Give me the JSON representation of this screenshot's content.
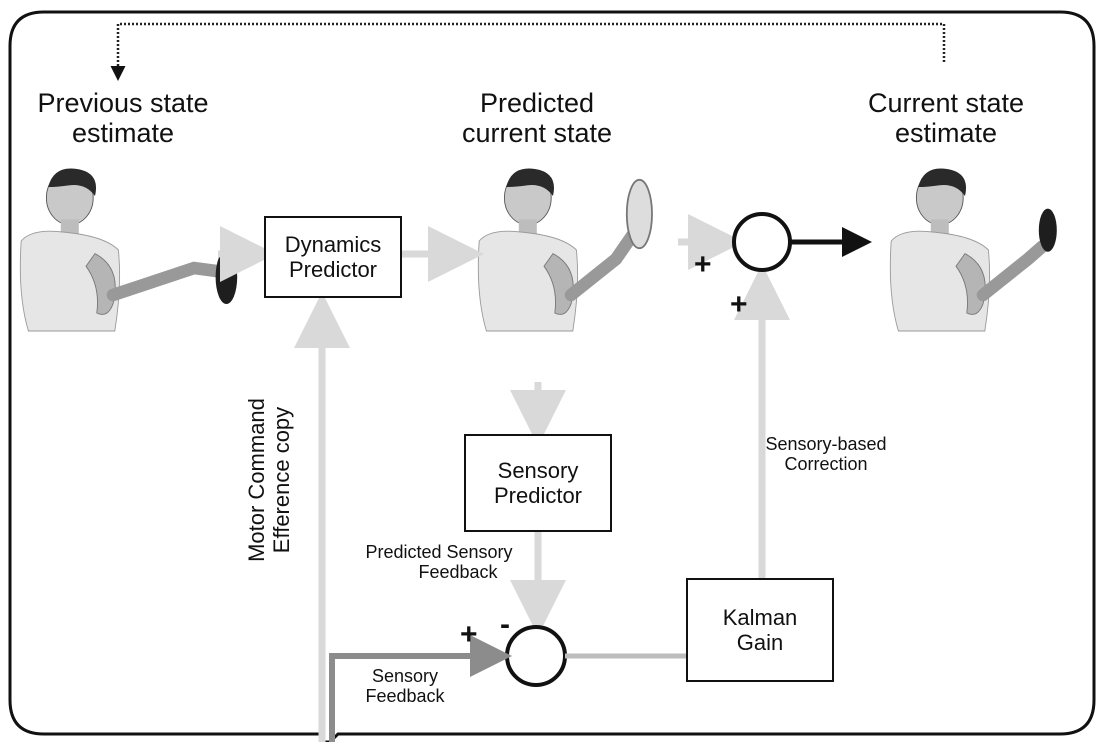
{
  "labels": {
    "previous_state": [
      "Previous state",
      "estimate"
    ],
    "predicted_state": [
      "Predicted",
      "current state"
    ],
    "current_state": [
      "Current state",
      "estimate"
    ],
    "motor_command": [
      "Motor Command",
      "Efference copy"
    ],
    "predicted_sensory_feedback": [
      "Predicted Sensory",
      "Feedback"
    ],
    "sensory_feedback": [
      "Sensory",
      "Feedback"
    ],
    "sensory_correction": [
      "Sensory-based",
      "Correction"
    ]
  },
  "boxes": {
    "dynamics_predictor": [
      "Dynamics",
      "Predictor"
    ],
    "sensory_predictor": [
      "Sensory",
      "Predictor"
    ],
    "kalman_gain": [
      "Kalman",
      "Gain"
    ]
  },
  "signs": {
    "plus_top_left": "+",
    "plus_top_bottom": "+",
    "minus_lower": "-",
    "plus_lower": "+"
  },
  "colors": {
    "light_arrow": "#d9d9d9",
    "dark_arrow": "#111111",
    "feedback_line": "#8c8c8c"
  },
  "icons": {
    "figure": "person-holding-object-icon",
    "sum_node": "summing-junction-icon"
  }
}
